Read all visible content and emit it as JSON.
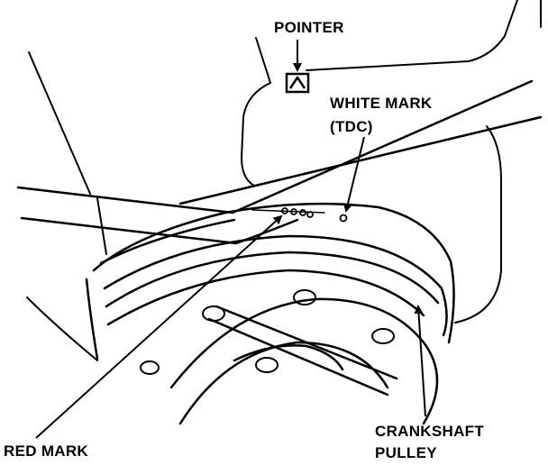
{
  "labels": {
    "pointer": "POINTER",
    "white_mark_line1": "WHITE MARK",
    "white_mark_line2": "(TDC)",
    "red_mark": "RED MARK",
    "crankshaft_line1": "CRANKSHAFT",
    "crankshaft_line2": "PULLEY"
  },
  "colors": {
    "ink": "#000000",
    "paper": "#ffffff"
  }
}
